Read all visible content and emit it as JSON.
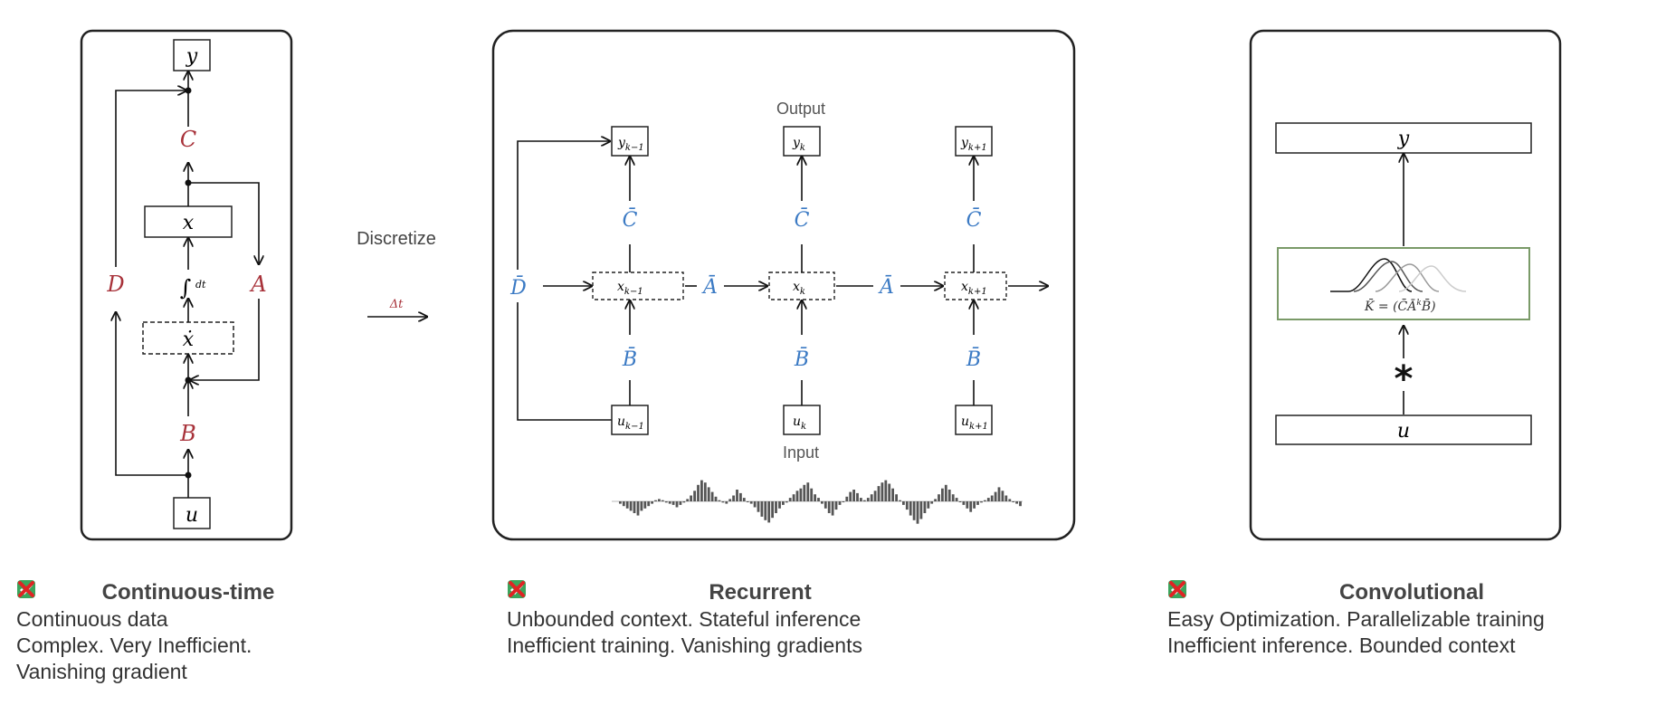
{
  "continuous": {
    "labels": {
      "y": "y",
      "c": "C",
      "x": "x",
      "d": "D",
      "integral": "∫",
      "dt": "dt",
      "a": "A",
      "xdot": "ẋ",
      "b": "B",
      "u": "u"
    },
    "caption": {
      "title": "Continuous-time",
      "pro": "Continuous data",
      "con": "Complex. Very Inefficient.",
      "con2": "Vanishing gradient"
    }
  },
  "discretize": {
    "label": "Discretize",
    "delta": "Δt"
  },
  "recurrent": {
    "output_label": "Output",
    "input_label": "Input",
    "d_bar": "D̄",
    "a_bar": "Ā",
    "b_bar": "B̄",
    "c_bar": "C̄",
    "y_base": "y",
    "x_base": "x",
    "u_base": "u",
    "sub_prev": "k−1",
    "sub_cur": "k",
    "sub_next": "k+1",
    "caption": {
      "title": "Recurrent",
      "pro": "Unbounded context. Stateful inference",
      "con": "Inefficient training. Vanishing gradients"
    }
  },
  "convolutional": {
    "y": "y",
    "kernel_eq": "K̄ = (C̄Ā",
    "kernel_k": "k",
    "kernel_tail": "B̄)",
    "star": "*",
    "u": "u",
    "caption": {
      "title": "Convolutional",
      "pro": "Easy Optimization. Parallelizable training",
      "con": "Inefficient inference. Bounded context"
    }
  },
  "waveform": [
    -2,
    -4,
    -6,
    -8,
    -10,
    -12,
    -8,
    -6,
    -4,
    -2,
    1,
    2,
    1,
    -1,
    -2,
    -3,
    -5,
    -3,
    -1,
    2,
    5,
    9,
    14,
    18,
    16,
    12,
    8,
    4,
    1,
    -1,
    -2,
    2,
    5,
    10,
    7,
    3,
    0,
    -2,
    -5,
    -9,
    -13,
    -16,
    -18,
    -14,
    -10,
    -6,
    -3,
    -1,
    3,
    6,
    9,
    11,
    14,
    16,
    11,
    6,
    3,
    -2,
    -6,
    -10,
    -12,
    -7,
    -3,
    0,
    4,
    8,
    10,
    7,
    3,
    1,
    3,
    6,
    9,
    13,
    16,
    18,
    15,
    11,
    6,
    1,
    -3,
    -7,
    -12,
    -16,
    -19,
    -15,
    -10,
    -6,
    -2,
    2,
    6,
    11,
    14,
    10,
    6,
    3,
    0,
    -3,
    -6,
    -9,
    -6,
    -3,
    -1,
    1,
    3,
    5,
    8,
    12,
    9,
    5,
    2,
    0,
    -2,
    -4
  ]
}
